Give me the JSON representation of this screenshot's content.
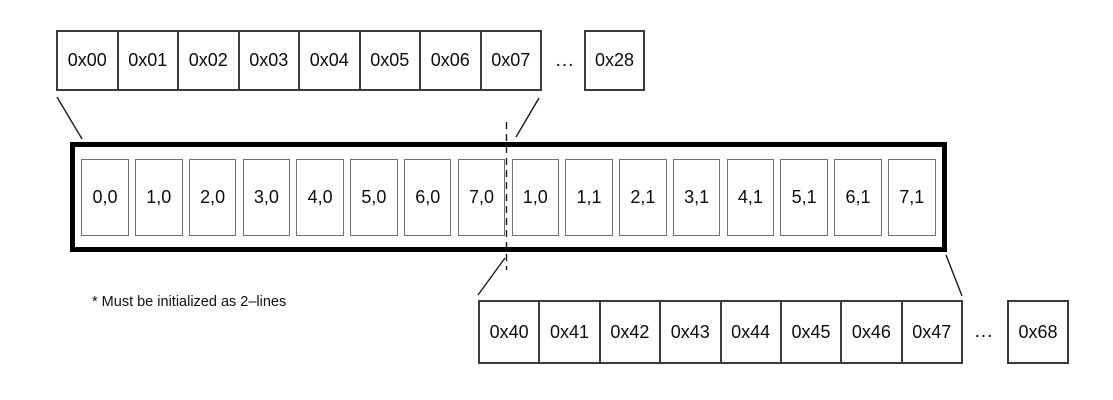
{
  "top_address_row": {
    "cells": [
      "0x00",
      "0x01",
      "0x02",
      "0x03",
      "0x04",
      "0x05",
      "0x06",
      "0x07"
    ],
    "ellipsis": "...",
    "detached_cell": "0x28"
  },
  "line_buffer": {
    "cells": [
      "0,0",
      "1,0",
      "2,0",
      "3,0",
      "4,0",
      "5,0",
      "6,0",
      "7,0",
      "1,0",
      "1,1",
      "2,1",
      "3,1",
      "4,1",
      "5,1",
      "6,1",
      "7,1"
    ]
  },
  "bottom_address_row": {
    "cells": [
      "0x40",
      "0x41",
      "0x42",
      "0x43",
      "0x44",
      "0x45",
      "0x46",
      "0x47"
    ],
    "ellipsis": "...",
    "detached_cell": "0x68"
  },
  "footnote": "* Must be initialized as 2–lines",
  "colors": {
    "buffer_border": "#000000",
    "strip_border": "#3a3a3a",
    "inner_cell_border": "#6f6f6f",
    "text": "#0d0d0d"
  }
}
